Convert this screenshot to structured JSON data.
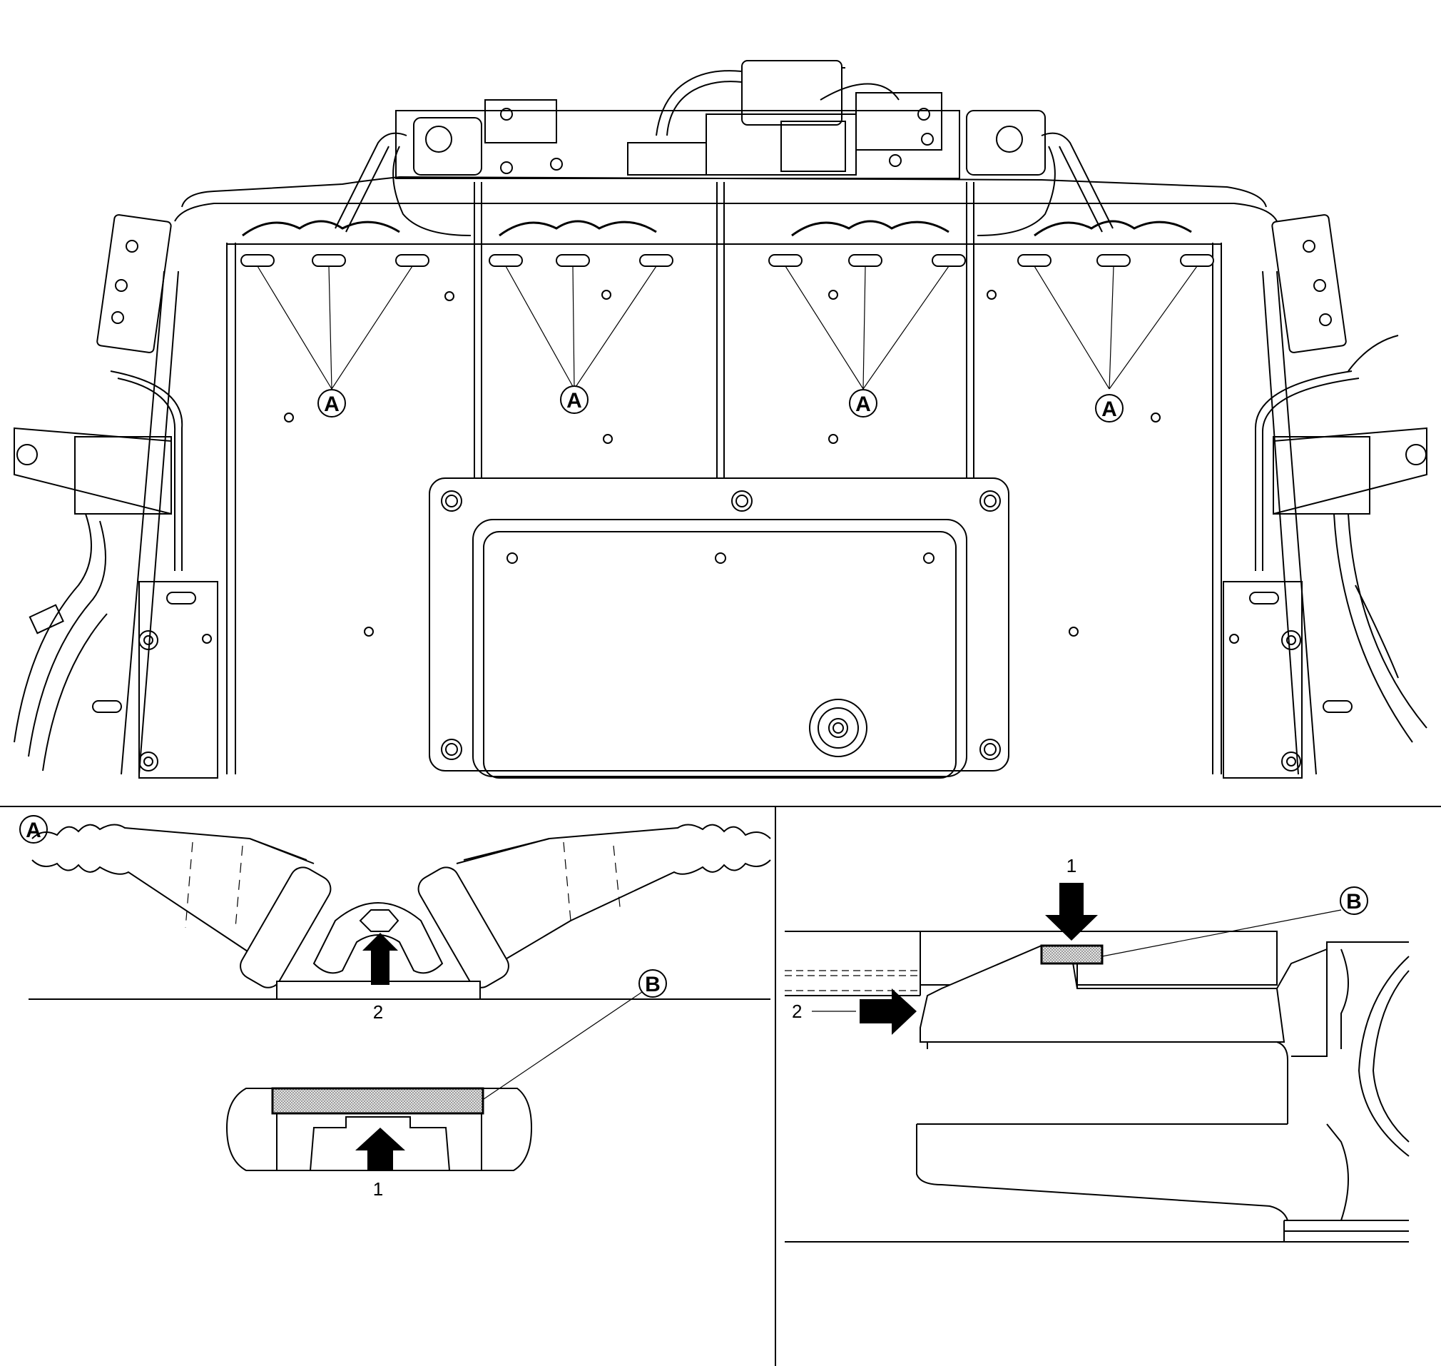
{
  "callouts": {
    "clip": "A",
    "tape": "B"
  },
  "steps": {
    "one": "1",
    "two": "2"
  },
  "colors": {
    "line": "#000000",
    "background": "#ffffff",
    "tape_fill": "#cfcfcf"
  },
  "icons": [
    "arrow-up-icon",
    "arrow-down-icon",
    "arrow-right-icon",
    "callout-circle-icon"
  ]
}
